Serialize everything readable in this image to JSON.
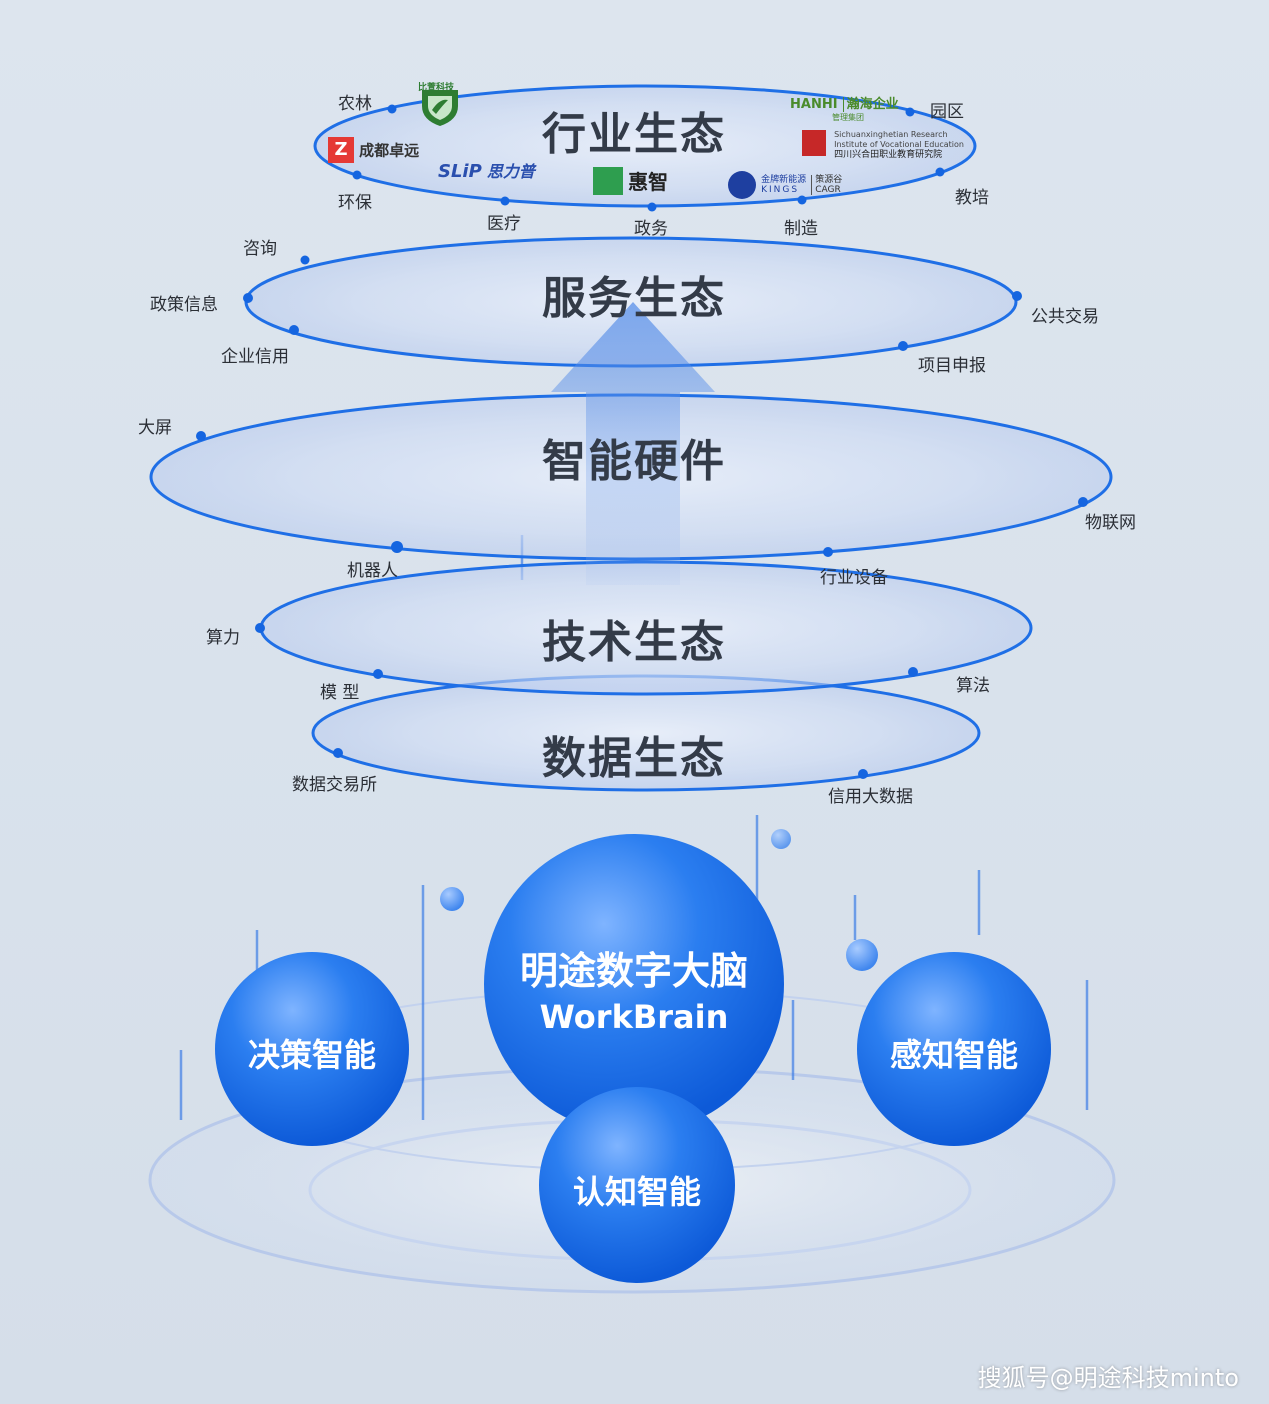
{
  "layers": {
    "industry": {
      "title": "行业生态",
      "labels": [
        "农林",
        "园区",
        "环保",
        "医疗",
        "政务",
        "制造",
        "教培"
      ],
      "logos": {
        "bixuan": "比萱科技",
        "chengdu": "成都卓远",
        "slip_en": "SLiP",
        "slip_cn": "思力普",
        "huizhi": "惠智",
        "hanhi_en": "HANHI",
        "hanhi_cn": "瀚海企业",
        "hanhi_sub": "管理集团",
        "sichuan_en1": "Sichuanxinghetian Research",
        "sichuan_en2": "Institute of Vocational Education",
        "sichuan_cn": "四川兴合田职业教育研究院",
        "kings_cn": "金牌新能源",
        "kings_en": "KINGS",
        "cagr_cn": "策源谷",
        "cagr_en": "CAGR"
      }
    },
    "service": {
      "title": "服务生态",
      "labels": [
        "咨询",
        "政策信息",
        "企业信用",
        "公共交易",
        "项目申报"
      ]
    },
    "hardware": {
      "title": "智能硬件",
      "labels": [
        "大屏",
        "物联网",
        "机器人",
        "行业设备"
      ]
    },
    "tech": {
      "title": "技术生态",
      "labels": [
        "算力",
        "模 型",
        "算法"
      ]
    },
    "data": {
      "title": "数据生态",
      "labels": [
        "数据交易所",
        "信用大数据"
      ]
    }
  },
  "spheres": {
    "main_cn": "明途数字大脑",
    "main_en": "WorkBrain",
    "decision": "决策智能",
    "perception": "感知智能",
    "cognition": "认知智能"
  },
  "watermark": "搜狐号@明途科技minto",
  "colors": {
    "ring": "#1f6fe6",
    "dot": "#1565e0",
    "title": "#333b48",
    "sphere": "#1a6ee8"
  }
}
